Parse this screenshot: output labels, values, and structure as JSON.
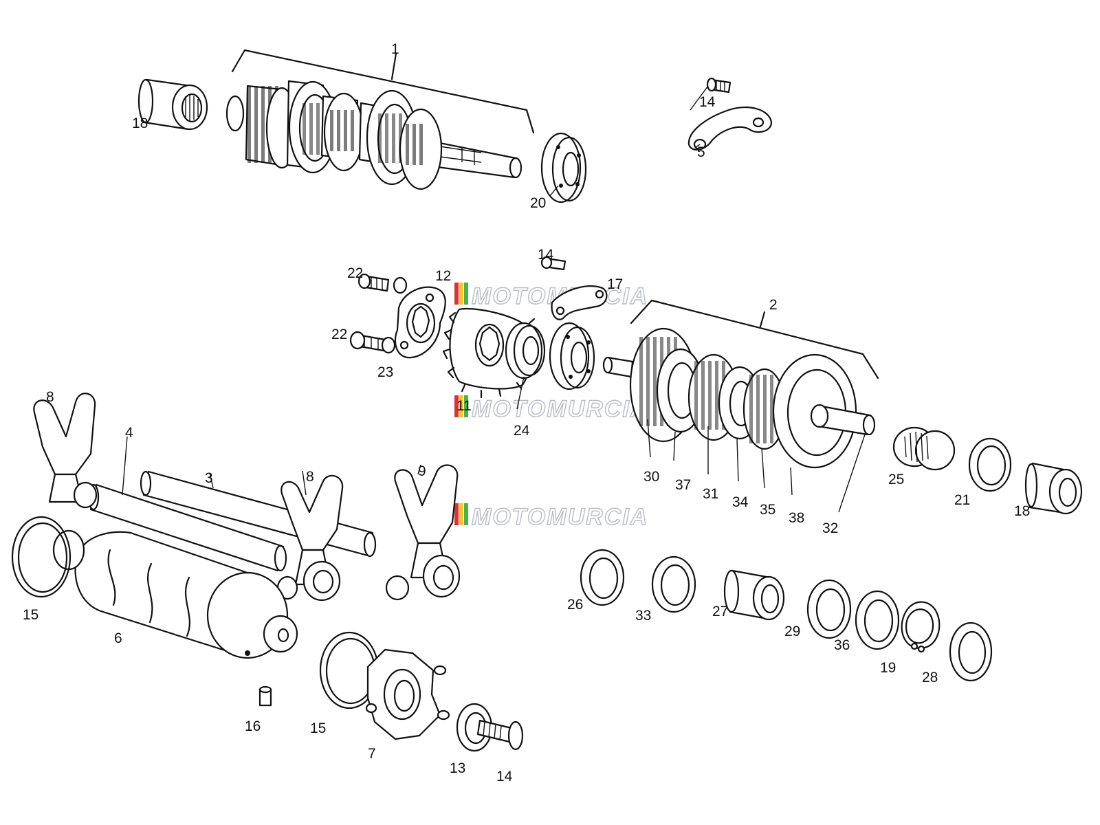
{
  "watermark": {
    "text": "MOTOMURCIA",
    "colors": [
      "#e0312d",
      "#f4c82a",
      "#4caf50"
    ]
  },
  "callouts": [
    {
      "id": "c1",
      "text": "1"
    },
    {
      "id": "c2",
      "text": "2"
    },
    {
      "id": "c3",
      "text": "3"
    },
    {
      "id": "c4",
      "text": "4"
    },
    {
      "id": "c5",
      "text": "5"
    },
    {
      "id": "c6",
      "text": "6"
    },
    {
      "id": "c7",
      "text": "7"
    },
    {
      "id": "c8a",
      "text": "8"
    },
    {
      "id": "c8b",
      "text": "8"
    },
    {
      "id": "c9",
      "text": "9"
    },
    {
      "id": "c11",
      "text": "11"
    },
    {
      "id": "c12",
      "text": "12"
    },
    {
      "id": "c13",
      "text": "13"
    },
    {
      "id": "c14a",
      "text": "14"
    },
    {
      "id": "c14b",
      "text": "14"
    },
    {
      "id": "c14c",
      "text": "14"
    },
    {
      "id": "c15a",
      "text": "15"
    },
    {
      "id": "c15b",
      "text": "15"
    },
    {
      "id": "c16",
      "text": "16"
    },
    {
      "id": "c17",
      "text": "17"
    },
    {
      "id": "c18a",
      "text": "18"
    },
    {
      "id": "c18b",
      "text": "18"
    },
    {
      "id": "c19",
      "text": "19"
    },
    {
      "id": "c20",
      "text": "20"
    },
    {
      "id": "c21",
      "text": "21"
    },
    {
      "id": "c22a",
      "text": "22"
    },
    {
      "id": "c22b",
      "text": "22"
    },
    {
      "id": "c23",
      "text": "23"
    },
    {
      "id": "c24",
      "text": "24"
    },
    {
      "id": "c25",
      "text": "25"
    },
    {
      "id": "c26",
      "text": "26"
    },
    {
      "id": "c27",
      "text": "27"
    },
    {
      "id": "c28",
      "text": "28"
    },
    {
      "id": "c29",
      "text": "29"
    },
    {
      "id": "c30",
      "text": "30"
    },
    {
      "id": "c31",
      "text": "31"
    },
    {
      "id": "c32",
      "text": "32"
    },
    {
      "id": "c33",
      "text": "33"
    },
    {
      "id": "c34",
      "text": "34"
    },
    {
      "id": "c35",
      "text": "35"
    },
    {
      "id": "c36",
      "text": "36"
    },
    {
      "id": "c37",
      "text": "37"
    },
    {
      "id": "c38",
      "text": "38"
    }
  ]
}
